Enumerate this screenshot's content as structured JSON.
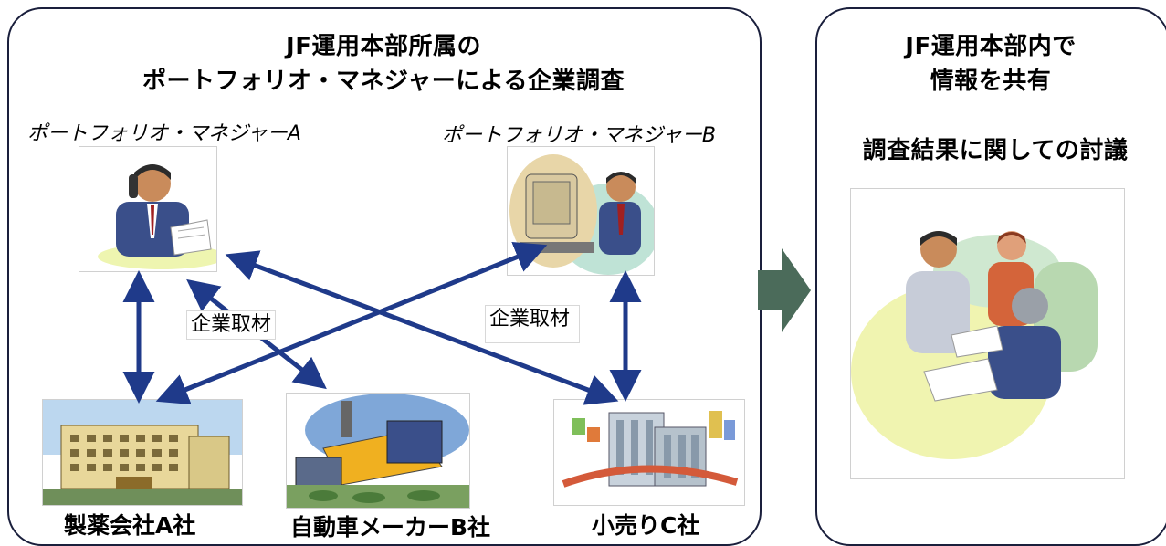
{
  "left": {
    "title_line1": "JF運用本部所属の",
    "title_line2": "ポートフォリオ・マネジャーによる企業調査",
    "manager_a": "ポートフォリオ・マネジャーA",
    "manager_b": "ポートフォリオ・マネジャーB",
    "interview_label_1": "企業取材",
    "interview_label_2": "企業取材",
    "company_a": "製薬会社A社",
    "company_b": "自動車メーカーB社",
    "company_c": "小売りC社"
  },
  "right": {
    "title_line1": "JF運用本部内で",
    "title_line2": "情報を共有",
    "subtitle": "調査結果に関しての討議"
  },
  "colors": {
    "arrow": "#1f3a8a",
    "big_arrow": "#4b6b5a",
    "panel_border": "#1a1f3c"
  }
}
